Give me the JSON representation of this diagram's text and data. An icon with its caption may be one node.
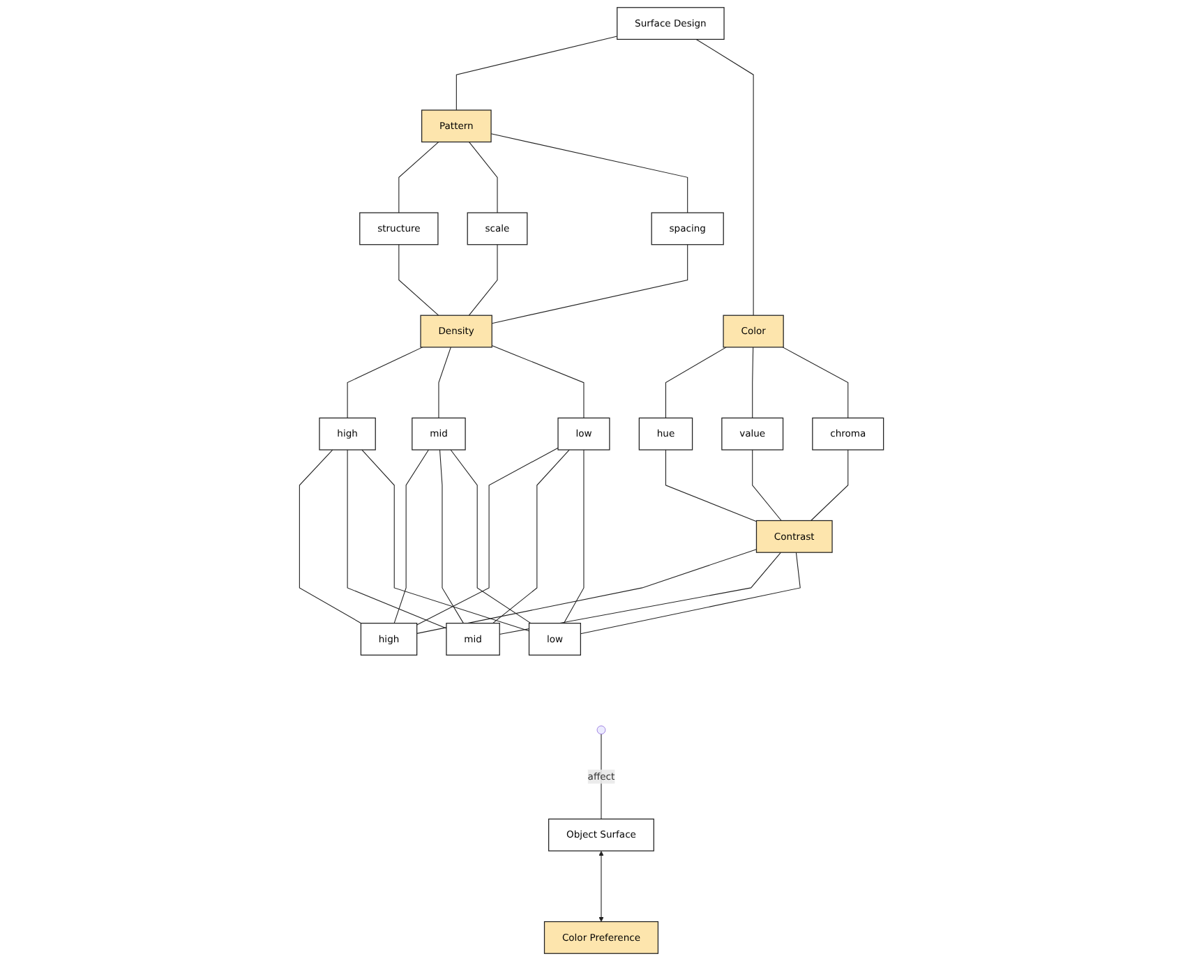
{
  "diagram": {
    "nodes": [
      {
        "text": [
          "Surface Design"
        ]
      },
      {
        "text": [
          "Pattern"
        ]
      },
      {
        "text": [
          "Color"
        ]
      },
      {
        "text": [
          "structure"
        ]
      },
      {
        "text": [
          "scale"
        ]
      },
      {
        "text": [
          "spacing"
        ]
      },
      {
        "text": [
          "hue"
        ]
      },
      {
        "text": [
          "value"
        ]
      },
      {
        "text": [
          "chroma"
        ]
      },
      {
        "text": [
          "Density"
        ]
      },
      {
        "text": [
          "Contrast"
        ]
      },
      {
        "text": [
          "high"
        ]
      },
      {
        "text": [
          "mid"
        ]
      },
      {
        "text": [
          "low"
        ]
      },
      {
        "text": [
          "high"
        ]
      },
      {
        "text": [
          "mid"
        ]
      },
      {
        "text": [
          "low"
        ]
      },
      {
        "text": [
          "Object Surface"
        ]
      },
      {
        "text": [
          "Color Preference"
        ]
      }
    ],
    "edges": [
      {
        "from": 0,
        "to": 1,
        "arrow": "none"
      },
      {
        "from": 0,
        "to": 2,
        "arrow": "none"
      },
      {
        "from": 1,
        "to": 3,
        "arrow": "none"
      },
      {
        "from": 1,
        "to": 4,
        "arrow": "none"
      },
      {
        "from": 1,
        "to": 5,
        "arrow": "none"
      },
      {
        "from": 2,
        "to": 6,
        "arrow": "none"
      },
      {
        "from": 2,
        "to": 7,
        "arrow": "none"
      },
      {
        "from": 2,
        "to": 8,
        "arrow": "none"
      },
      {
        "from": 3,
        "to": 9,
        "arrow": "none"
      },
      {
        "from": 4,
        "to": 9,
        "arrow": "none"
      },
      {
        "from": 5,
        "to": 9,
        "arrow": "none"
      },
      {
        "from": 6,
        "to": 10,
        "arrow": "none"
      },
      {
        "from": 7,
        "to": 10,
        "arrow": "none"
      },
      {
        "from": 8,
        "to": 10,
        "arrow": "none"
      },
      {
        "from": 9,
        "to": 11,
        "arrow": "none"
      },
      {
        "from": 9,
        "to": 12,
        "arrow": "none"
      },
      {
        "from": 9,
        "to": 13,
        "arrow": "none"
      },
      {
        "from": 10,
        "to": 14,
        "arrow": "none"
      },
      {
        "from": 10,
        "to": 15,
        "arrow": "none"
      },
      {
        "from": 10,
        "to": 16,
        "arrow": "none"
      },
      {
        "from": 11,
        "to": 14,
        "arrow": "none"
      },
      {
        "from": 11,
        "to": 15,
        "arrow": "none"
      },
      {
        "from": 11,
        "to": 16,
        "arrow": "none"
      },
      {
        "from": 12,
        "to": 14,
        "arrow": "none"
      },
      {
        "from": 12,
        "to": 15,
        "arrow": "none"
      },
      {
        "from": 12,
        "to": 16,
        "arrow": "none"
      },
      {
        "from": 13,
        "to": 14,
        "arrow": "none"
      },
      {
        "from": 13,
        "to": 15,
        "arrow": "none"
      },
      {
        "from": 13,
        "to": 16,
        "arrow": "none"
      },
      {
        "from": null,
        "to": 17,
        "arrow": "none",
        "label": "affect"
      },
      {
        "from": 17,
        "to": 18,
        "arrow": "both"
      }
    ]
  }
}
